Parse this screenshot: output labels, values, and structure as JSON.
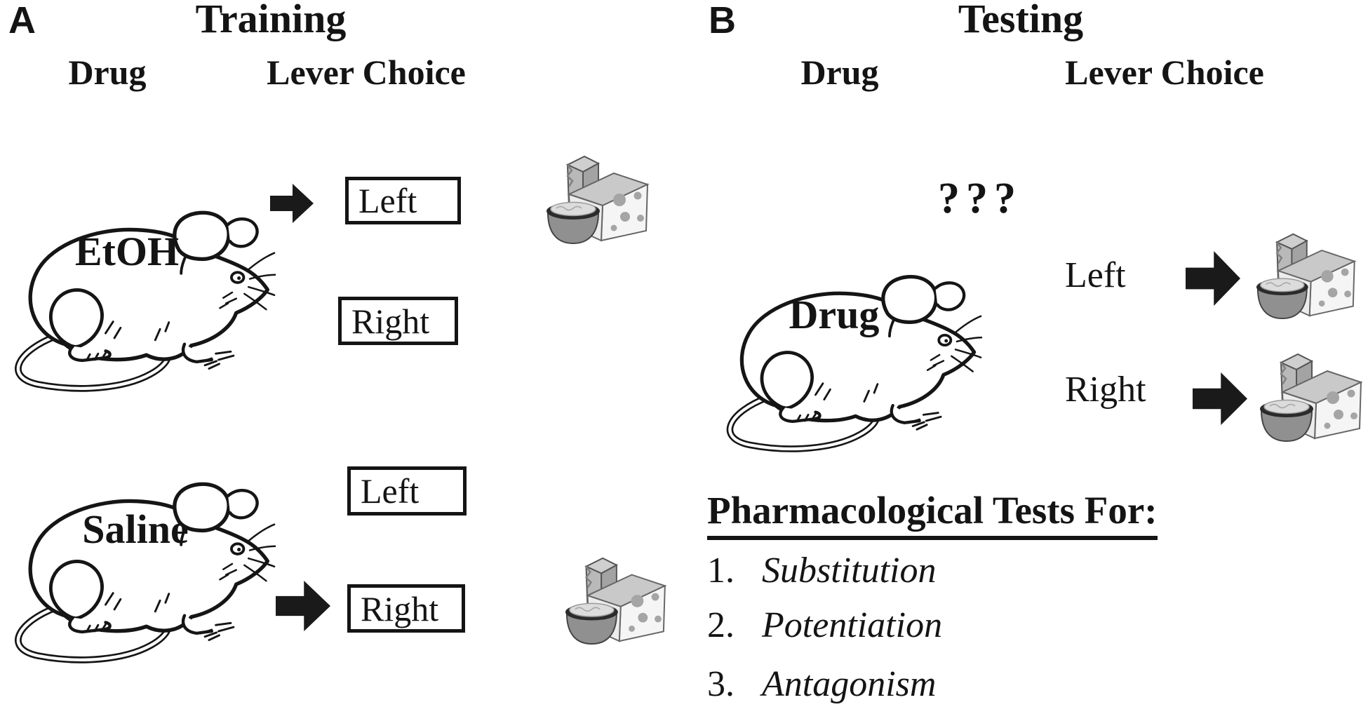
{
  "colors": {
    "text": "#141414",
    "background": "#ffffff",
    "box_border": "#141414",
    "arrow_fill": "#1a1a1a"
  },
  "icons": {
    "mouse": "rat-icon",
    "reward": "cheese-food-reward-icon",
    "arrow": "arrow-right-icon"
  },
  "panel_a": {
    "label": "A",
    "title": "Training",
    "drug_header": "Drug",
    "lever_header": "Lever Choice",
    "row1": {
      "mouse": "EtOH",
      "left": "Left",
      "right": "Right"
    },
    "row2": {
      "mouse": "Saline",
      "left": "Left",
      "right": "Right"
    }
  },
  "panel_b": {
    "label": "B",
    "title": "Testing",
    "drug_header": "Drug",
    "lever_header": "Lever Choice",
    "question": "???",
    "mouse": "Drug",
    "left": "Left",
    "right": "Right",
    "tests_heading": "Pharmacological Tests For:",
    "tests": [
      {
        "num": "1.",
        "name": "Substitution"
      },
      {
        "num": "2.",
        "name": "Potentiation"
      },
      {
        "num": "3.",
        "name": "Antagonism"
      }
    ]
  }
}
